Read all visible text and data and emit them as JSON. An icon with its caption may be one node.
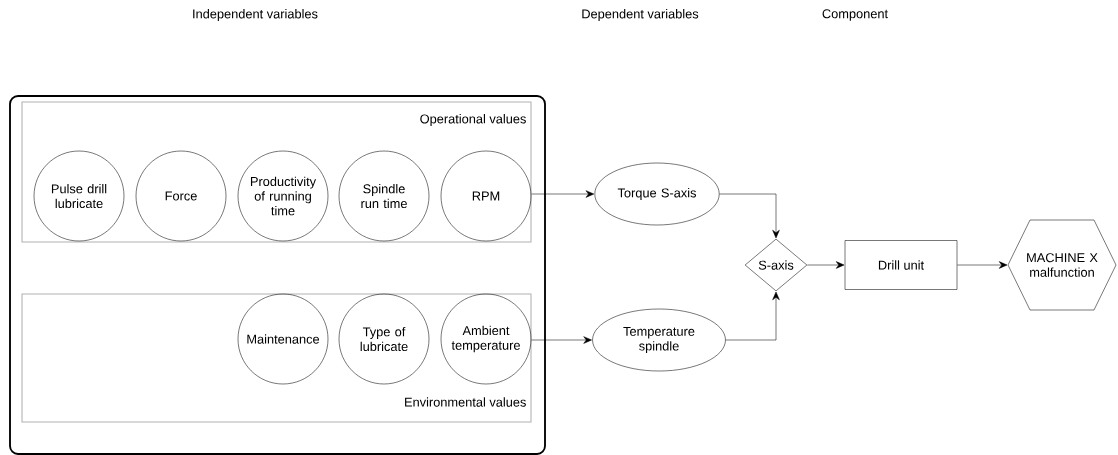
{
  "diagram": {
    "nodes": [
      {
        "text": [],
        "shape": "box"
      },
      {
        "text": [
          "Operational values"
        ],
        "in": 0
      },
      {
        "text": [
          "Pulse drill lubricate"
        ],
        "in": 1
      },
      {
        "text": [
          "Force"
        ],
        "in": 1
      },
      {
        "text": [
          "Productivity of running time"
        ],
        "in": 1
      },
      {
        "text": [
          "Spindle run time"
        ],
        "in": 1
      },
      {
        "text": [
          "RPM"
        ],
        "in": 1
      },
      {
        "text": [
          "Environmental values"
        ],
        "in": 0
      },
      {
        "text": [
          "Maintenance"
        ],
        "in": 7
      },
      {
        "text": [
          "Type of lubricate"
        ],
        "in": 7
      },
      {
        "text": [
          "Ambient temperature"
        ],
        "in": 7
      },
      {
        "text": [
          "Torque S-axis"
        ]
      },
      {
        "text": [
          "Temperature spindle"
        ]
      },
      {
        "text": [
          "S-axis"
        ]
      },
      {
        "text": [
          "Drill unit"
        ]
      },
      {
        "text": [
          "MACHINE X malfunction"
        ]
      }
    ],
    "edges": [
      {
        "from": 1,
        "to": 11,
        "arrow": "to"
      },
      {
        "from": 7,
        "to": 12,
        "arrow": "to"
      },
      {
        "from": 11,
        "to": 13,
        "arrow": "to"
      },
      {
        "from": 12,
        "to": 13,
        "arrow": "to"
      },
      {
        "from": 13,
        "to": 14,
        "arrow": "to"
      },
      {
        "from": 14,
        "to": 15,
        "arrow": "to"
      }
    ],
    "labels": [
      "Independent variables",
      "Dependent variables",
      "Component"
    ]
  }
}
